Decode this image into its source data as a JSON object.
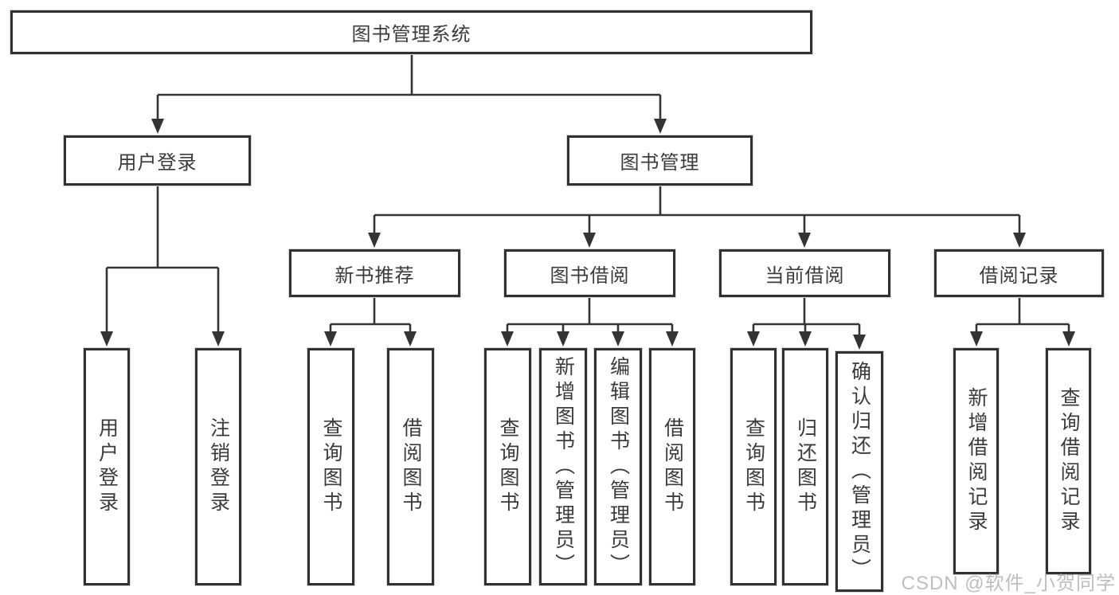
{
  "nodes": {
    "root": "图书管理系统",
    "user_login": "用户登录",
    "book_mgmt": "图书管理",
    "new_book_rec": "新书推荐",
    "book_borrow": "图书借阅",
    "current_borrow": "当前借阅",
    "borrow_records": "借阅记录",
    "login": "用户登录",
    "logout": "注销登录",
    "query_books_a": "查询图书",
    "borrow_books_a": "借阅图书",
    "query_books_b": "查询图书",
    "add_book": "新增图书（管理员）",
    "edit_book": "编辑图书（管理员）",
    "borrow_books_b": "借阅图书",
    "query_books_c": "查询图书",
    "return_books": "归还图书",
    "confirm_return": "确认归还（管理员）",
    "add_borrow_record": "新增借阅记录",
    "query_borrow_record": "查询借阅记录"
  },
  "hierarchy": {
    "图书管理系统": {
      "用户登录": [
        "用户登录",
        "注销登录"
      ],
      "图书管理": {
        "新书推荐": [
          "查询图书",
          "借阅图书"
        ],
        "图书借阅": [
          "查询图书",
          "新增图书（管理员）",
          "编辑图书（管理员）",
          "借阅图书"
        ],
        "当前借阅": [
          "查询图书",
          "归还图书",
          "确认归还（管理员）"
        ],
        "借阅记录": [
          "新增借阅记录",
          "查询借阅记录"
        ]
      }
    }
  },
  "watermark": {
    "text": "CSDN @软件_小贺同学"
  },
  "colors": {
    "background": "#ffffff",
    "line": "#343434",
    "box_border": "#313131",
    "text": "#3b3b3b",
    "watermark": "#969696"
  }
}
